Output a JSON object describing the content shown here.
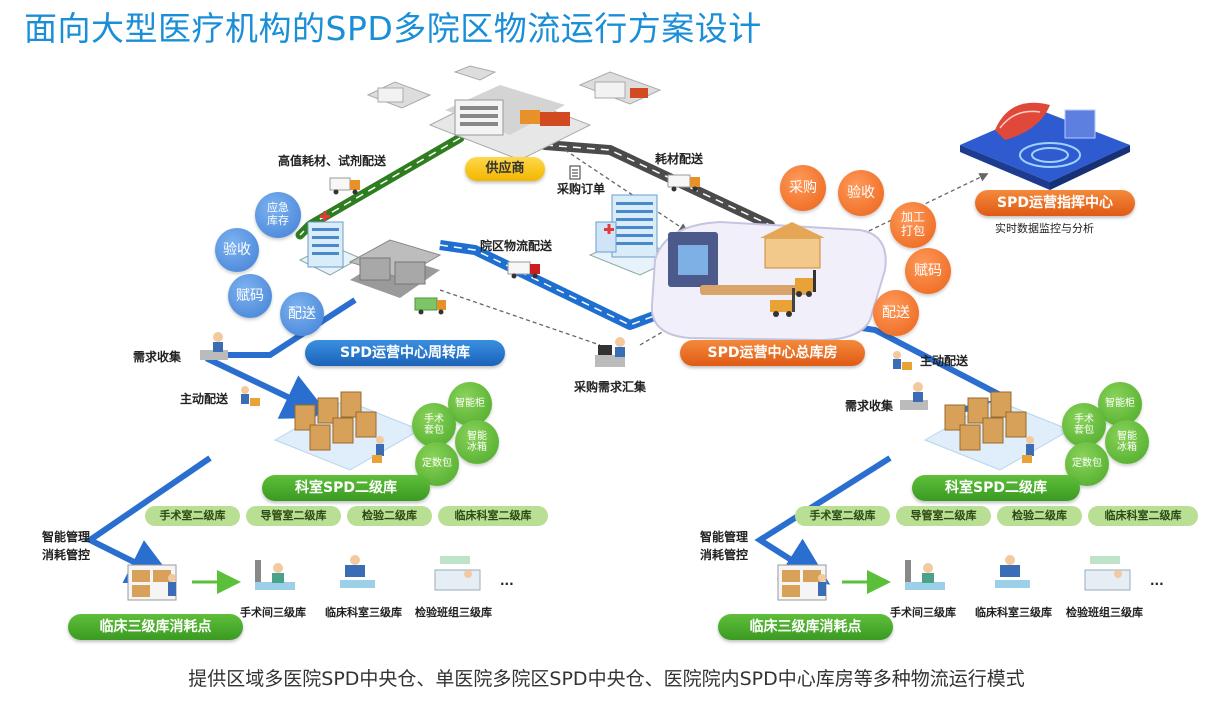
{
  "title": "面向大型医疗机构的SPD多院区物流运行方案设计",
  "footer": "提供区域多医院SPD中央仓、单医院多院区SPD中央仓、医院院内SPD中心库房等多种物流运行模式",
  "supplier": {
    "label": "供应商",
    "route_left": "高值耗材、试剂配送",
    "route_right": "耗材配送",
    "order": "采购订单"
  },
  "left_hub": {
    "label": "SPD运营中心周转库",
    "services": [
      "应急库存",
      "验收",
      "赋码",
      "配送"
    ]
  },
  "main_hub": {
    "label": "SPD运营中心总库房",
    "services": [
      "采购",
      "验收",
      "加工打包",
      "赋码",
      "配送"
    ]
  },
  "campus_transfer": "院区物流配送",
  "purchase_summary": "采购需求汇集",
  "command": {
    "label": "SPD运营指挥中心",
    "subtitle": "实时数据监控与分析"
  },
  "left_dept": {
    "demand_collect": "需求收集",
    "active_delivery": "主动配送",
    "label": "科室SPD二级库",
    "bubbles": [
      "智能柜",
      "手术套包",
      "智能冰箱",
      "定数包"
    ],
    "chips": [
      "手术室二级库",
      "导管室二级库",
      "检验二级库",
      "临床科室二级库"
    ],
    "mgmt": [
      "智能管理",
      "消耗管控"
    ],
    "tertiary_label": "临床三级库消耗点",
    "tertiary": [
      "手术间三级库",
      "临床科室三级库",
      "检验班组三级库"
    ],
    "more": "..."
  },
  "right_dept": {
    "demand_collect": "需求收集",
    "active_delivery": "主动配送",
    "label": "科室SPD二级库",
    "bubbles": [
      "智能柜",
      "手术套包",
      "智能冰箱",
      "定数包"
    ],
    "chips": [
      "手术室二级库",
      "导管室二级库",
      "检验二级库",
      "临床科室二级库"
    ],
    "mgmt": [
      "智能管理",
      "消耗管控"
    ],
    "tertiary_label": "临床三级库消耗点",
    "tertiary": [
      "手术间三级库",
      "临床科室三级库",
      "检验班组三级库"
    ],
    "more": "..."
  },
  "colors": {
    "title": "#1a8fd8",
    "road_blue": "#1f6fd1",
    "road_green": "#2e7d1f",
    "road_gray": "#555555",
    "orange": "#ea6319",
    "green": "#4aa827",
    "blue_circle": "#3f7fd6"
  },
  "icons": [
    "warehouse-icon",
    "hospital-icon",
    "truck-icon",
    "forklift-icon",
    "shelf-icon",
    "person-desk-icon",
    "document-icon",
    "command-center-icon",
    "surgery-icon",
    "lab-icon"
  ]
}
